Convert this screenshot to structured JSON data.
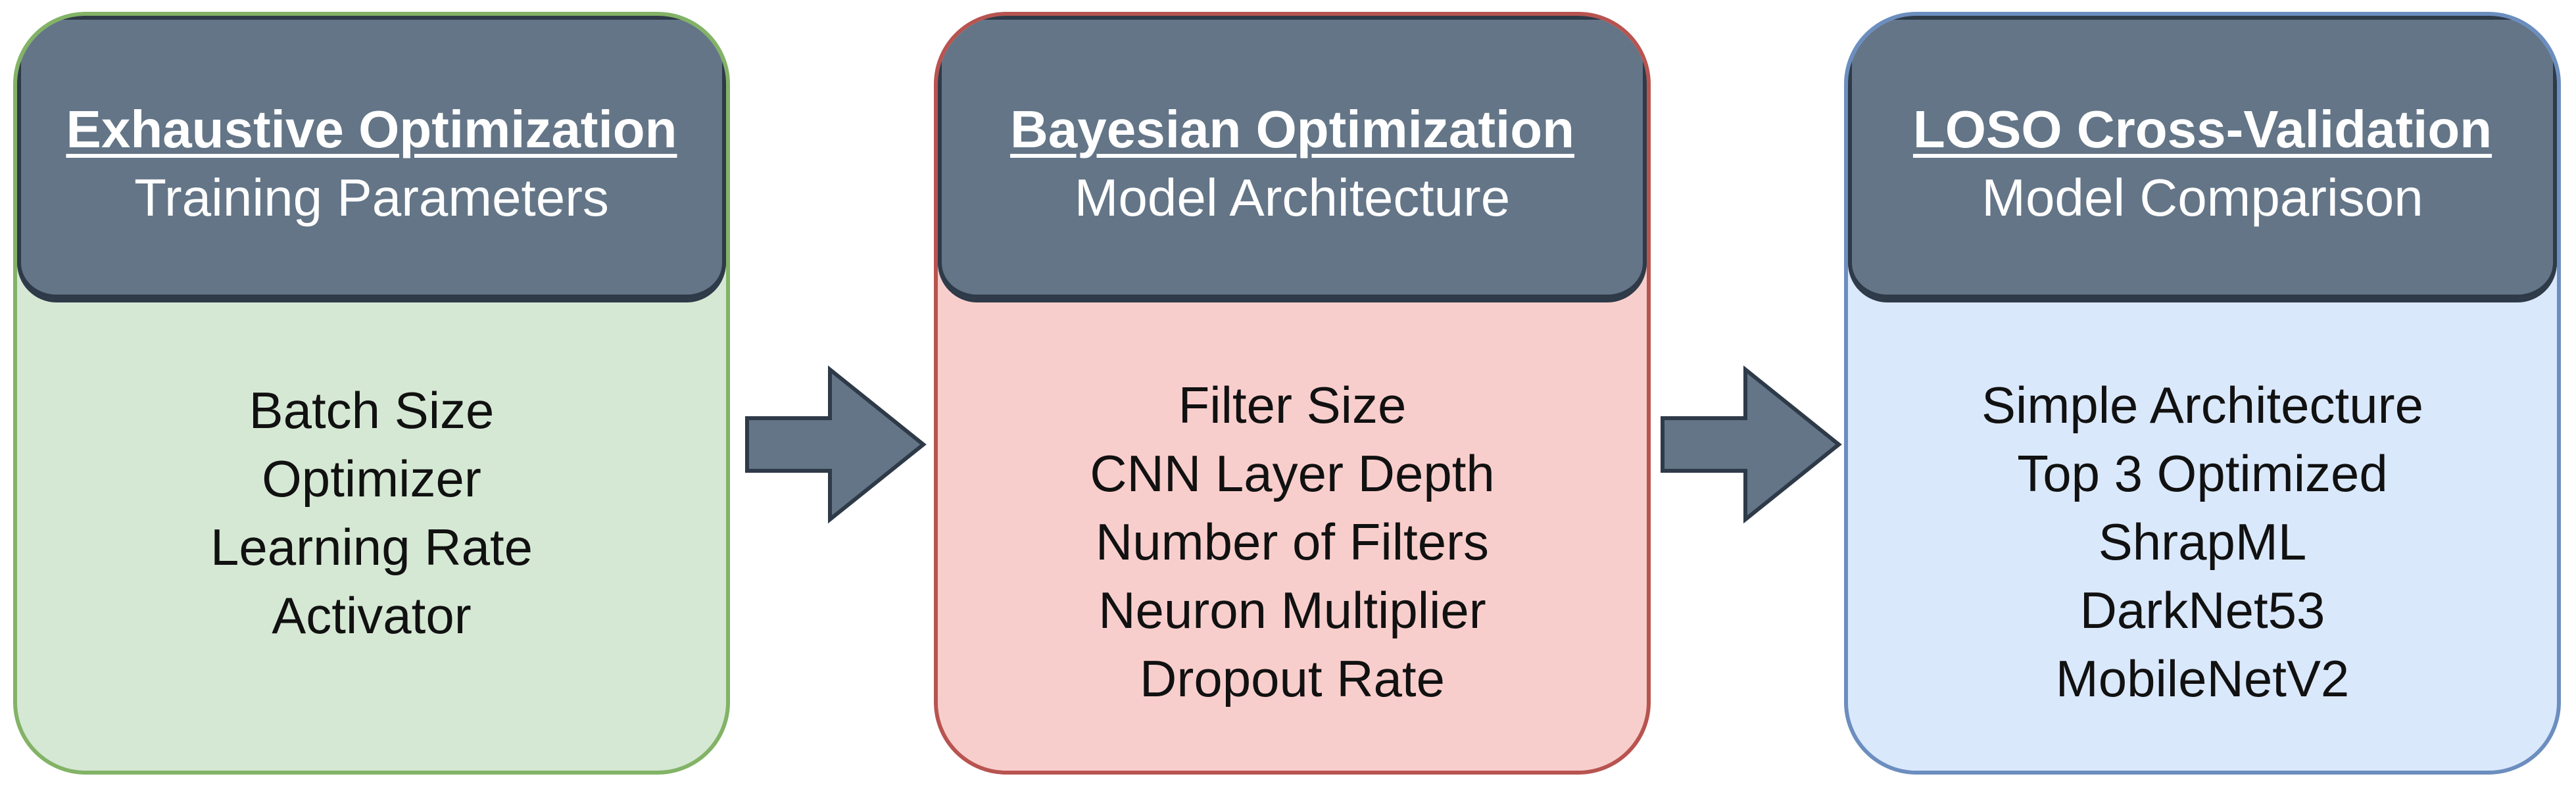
{
  "colors": {
    "header_fill": "#637587",
    "header_border": "#2e3a48",
    "arrow_fill": "#637587",
    "arrow_stroke": "#2e3a48",
    "stage1_fill": "#d5e8d4",
    "stage1_border": "#82b366",
    "stage2_fill": "#f8cecc",
    "stage2_border": "#b85450",
    "stage3_fill": "#dae8fc",
    "stage3_border": "#6c8ebf"
  },
  "stages": [
    {
      "title": "Exhaustive Optimization",
      "subtitle": "Training Parameters",
      "items": [
        "Batch Size",
        "Optimizer",
        "Learning Rate",
        "Activator"
      ]
    },
    {
      "title": "Bayesian Optimization",
      "subtitle": "Model Architecture",
      "items": [
        "Filter Size",
        "CNN Layer Depth",
        "Number of Filters",
        "Neuron Multiplier",
        "Dropout Rate"
      ]
    },
    {
      "title": "LOSO Cross-Validation",
      "subtitle": "Model Comparison",
      "items": [
        "Simple Architecture",
        "Top 3 Optimized",
        "ShrapML",
        "DarkNet53",
        "MobileNetV2"
      ]
    }
  ]
}
